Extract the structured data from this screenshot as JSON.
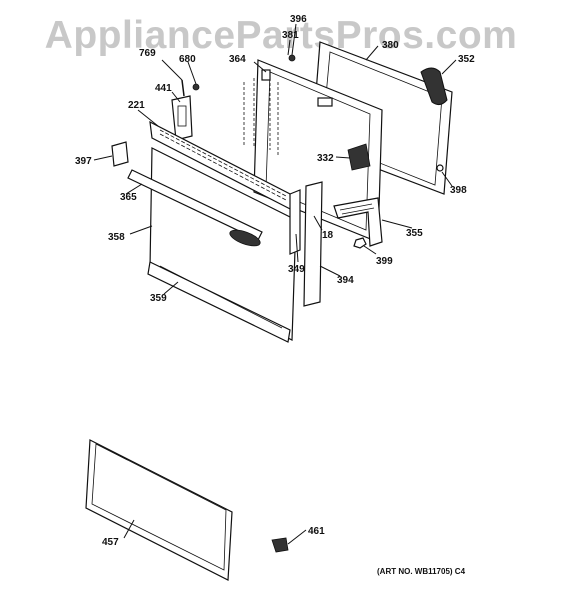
{
  "watermark": "AppliancePartsPros.com",
  "art_number": "(ART NO. WB11705) C4",
  "labels": {
    "p396": "396",
    "p381": "381",
    "p380": "380",
    "p769": "769",
    "p680": "680",
    "p364": "364",
    "p352": "352",
    "p441": "441",
    "p221": "221",
    "p332": "332",
    "p397": "397",
    "p398": "398",
    "p365": "365",
    "p18": "18",
    "p355": "355",
    "p358": "358",
    "p399": "399",
    "p349": "349",
    "p394": "394",
    "p359": "359",
    "p461": "461",
    "p457": "457"
  }
}
